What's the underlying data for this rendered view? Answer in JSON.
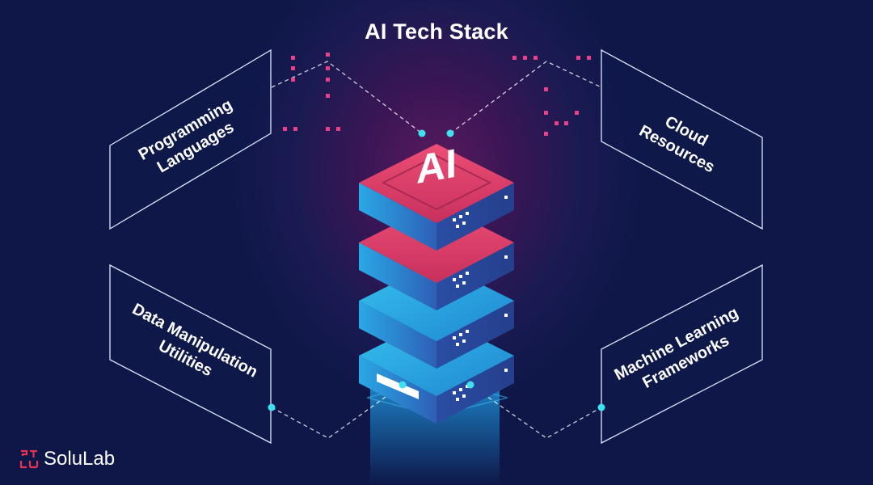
{
  "diagram": {
    "title": "AI Tech Stack",
    "stack_badge": "AI",
    "nodes": [
      {
        "id": "programming-languages",
        "lines": [
          "Programming",
          "Languages"
        ]
      },
      {
        "id": "cloud-resources",
        "lines": [
          "Cloud",
          "Resources"
        ]
      },
      {
        "id": "data-manipulation-utilities",
        "lines": [
          "Data Manipulation",
          "Utilities"
        ]
      },
      {
        "id": "machine-learning-frameworks",
        "lines": [
          "Machine Learning",
          "Frameworks"
        ]
      }
    ],
    "colors": {
      "background": "#0e1748",
      "glow": "#5a1a5e",
      "layer_pink_top": "#e8456e",
      "layer_blue_top": "#29a9e0",
      "layer_side": "#2c4a9e",
      "connector": "#ffffff",
      "endpoint": "#3fe0ef",
      "pixel": "#e8418a"
    }
  },
  "brand": {
    "name": "SoluLab",
    "icon": "solulab-logo-icon"
  }
}
